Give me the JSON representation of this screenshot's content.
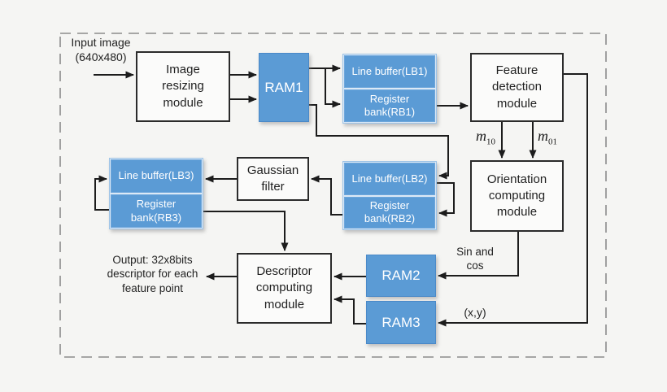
{
  "colors": {
    "block_fill": "#5b9bd5",
    "block_border": "#4a89c8",
    "lbrb_border": "#9dc3e6",
    "white_box_border": "#2b2b2b",
    "connector": "#1c1c1c",
    "dashed_border": "#8b8b8b",
    "background": "#f5f5f3",
    "text_dark": "#1f1f1f",
    "text_light": "#ffffff"
  },
  "labels": {
    "input": "Input image\n(640x480)",
    "output": "Output: 32x8bits\ndescriptor for each\nfeature point",
    "sin_cos": "Sin and\ncos",
    "xy": "(x,y)",
    "m10": {
      "base": "m",
      "sub": "10"
    },
    "m01": {
      "base": "m",
      "sub": "01"
    }
  },
  "blocks": {
    "image_resizing": "Image\nresizing\nmodule",
    "ram1": "RAM1",
    "lb1": "Line buffer(LB1)",
    "rb1": "Register\nbank(RB1)",
    "feature_detection": "Feature\ndetection\nmodule",
    "gaussian": "Gaussian\nfilter",
    "lb2": "Line buffer(LB2)",
    "rb2": "Register\nbank(RB2)",
    "lb3": "Line buffer(LB3)",
    "rb3": "Register\nbank(RB3)",
    "orientation": "Orientation\ncomputing\nmodule",
    "descriptor": "Descriptor\ncomputing\nmodule",
    "ram2": "RAM2",
    "ram3": "RAM3"
  }
}
